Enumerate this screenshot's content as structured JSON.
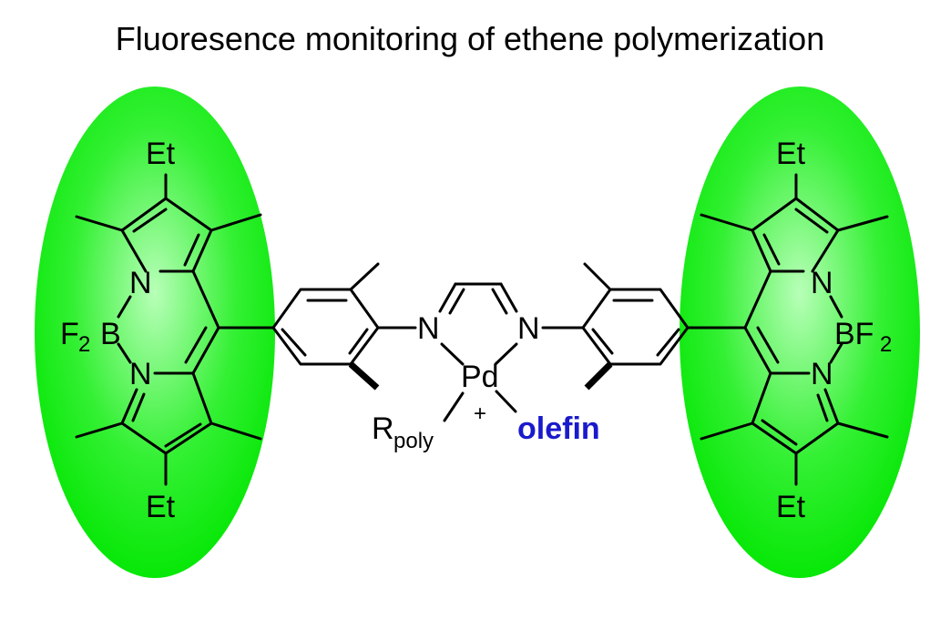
{
  "title": "Fluoresence monitoring of ethene polymerization",
  "colors": {
    "ellipse_highlight": "#b8ffb8",
    "ellipse_fill": "#00e600",
    "olefin_label": "#1a1acc",
    "bond": "#000000"
  },
  "labels": {
    "et": "Et",
    "n": "N",
    "b": "B",
    "f2": "F",
    "f2_sub": "2",
    "bf2": "BF",
    "pd": "Pd",
    "charge": "+",
    "r": "R",
    "r_sub": "poly",
    "olefin": "olefin"
  }
}
